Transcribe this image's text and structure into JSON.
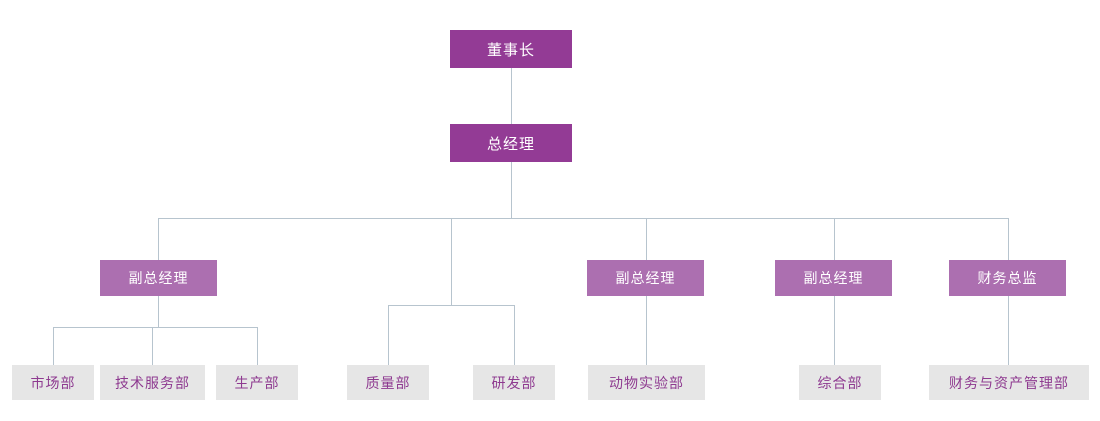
{
  "chart": {
    "type": "org-chart",
    "title": "",
    "palette": {
      "executive_fill": "#933b95",
      "executive_text": "#ffffff",
      "vp_fill": "#ac6fb0",
      "vp_text": "#ffffff",
      "department_fill": "#e6e6e6",
      "department_text": "#8e3a90",
      "connector": "#b7c4ce",
      "background": "#ffffff"
    },
    "levels": {
      "level1": "董事长",
      "level2": "总经理",
      "level3": [
        "副总经理",
        "副总经理",
        "副总经理",
        "财务总监"
      ],
      "level4": [
        "市场部",
        "技术服务部",
        "生产部",
        "质量部",
        "研发部",
        "动物实验部",
        "综合部",
        "财务与资产管理部"
      ]
    },
    "nodes": {
      "chairman": "董事长",
      "general_manager": "总经理",
      "vp_1": "副总经理",
      "vp_2": "副总经理",
      "vp_3": "副总经理",
      "cfo": "财务总监",
      "dept_marketing": "市场部",
      "dept_tech_service": "技术服务部",
      "dept_production": "生产部",
      "dept_quality": "质量部",
      "dept_rnd": "研发部",
      "dept_animal_lab": "动物实验部",
      "dept_general_affairs": "综合部",
      "dept_finance_asset": "财务与资产管理部"
    },
    "hierarchy": [
      {
        "parent": "董事长",
        "children": [
          "总经理"
        ]
      },
      {
        "parent": "总经理",
        "children": [
          "副总经理",
          "质量部",
          "研发部",
          "副总经理",
          "副总经理",
          "财务总监"
        ]
      },
      {
        "parent": "副总经理 (1)",
        "children": [
          "市场部",
          "技术服务部",
          "生产部"
        ]
      },
      {
        "parent": "副总经理 (2)",
        "children": [
          "动物实验部"
        ]
      },
      {
        "parent": "副总经理 (3)",
        "children": [
          "综合部"
        ]
      },
      {
        "parent": "财务总监",
        "children": [
          "财务与资产管理部"
        ]
      }
    ]
  }
}
